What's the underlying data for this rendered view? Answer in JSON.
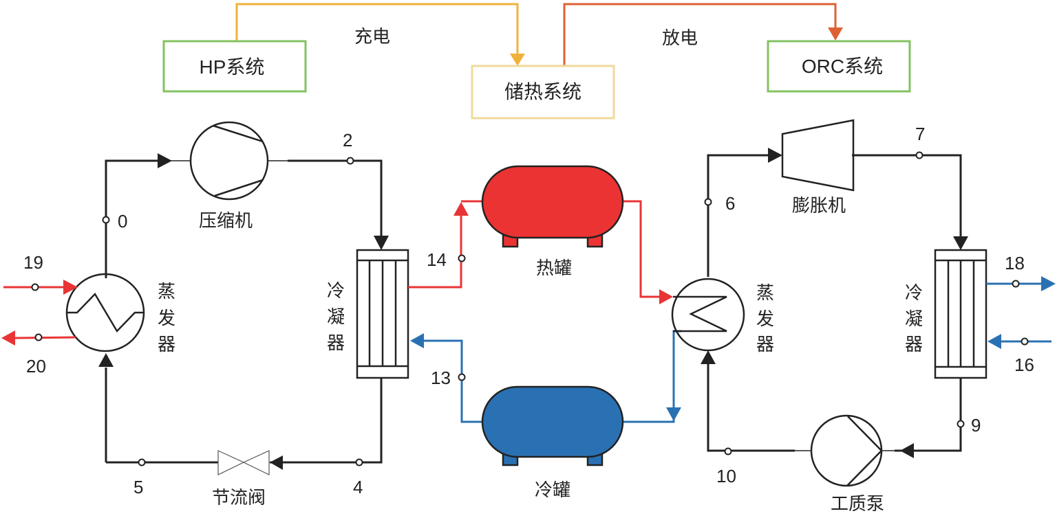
{
  "colors": {
    "pipe": "#222222",
    "hot": "#e83434",
    "cold": "#2a71b3",
    "hp_box": "#82c361",
    "orc_box": "#82c361",
    "storage_box": "#f2d99b",
    "charge_line": "#f0b13b",
    "discharge_line": "#de6131",
    "hot_tank": "#ec3333",
    "cold_tank": "#2a71b3"
  },
  "top": {
    "hp_system": "HP系统",
    "storage_system": "储热系统",
    "orc_system": "ORC系统",
    "charge": "充电",
    "discharge": "放电"
  },
  "hp_cycle": {
    "compressor": "压缩机",
    "condenser": [
      "冷",
      "凝",
      "器"
    ],
    "evaporator": [
      "蒸",
      "发",
      "器"
    ],
    "valve": "节流阀"
  },
  "storage": {
    "hot_tank": "热罐",
    "cold_tank": "冷罐"
  },
  "orc_cycle": {
    "expander": "膨胀机",
    "evaporator": [
      "蒸",
      "发",
      "器"
    ],
    "condenser": [
      "冷",
      "凝",
      "器"
    ],
    "pump": "工质泵"
  },
  "state_points": {
    "p0": "0",
    "p2": "2",
    "p4": "4",
    "p5": "5",
    "p6": "6",
    "p7": "7",
    "p9": "9",
    "p10": "10",
    "p13": "13",
    "p14": "14",
    "p16": "16",
    "p18": "18",
    "p19": "19",
    "p20": "20"
  }
}
